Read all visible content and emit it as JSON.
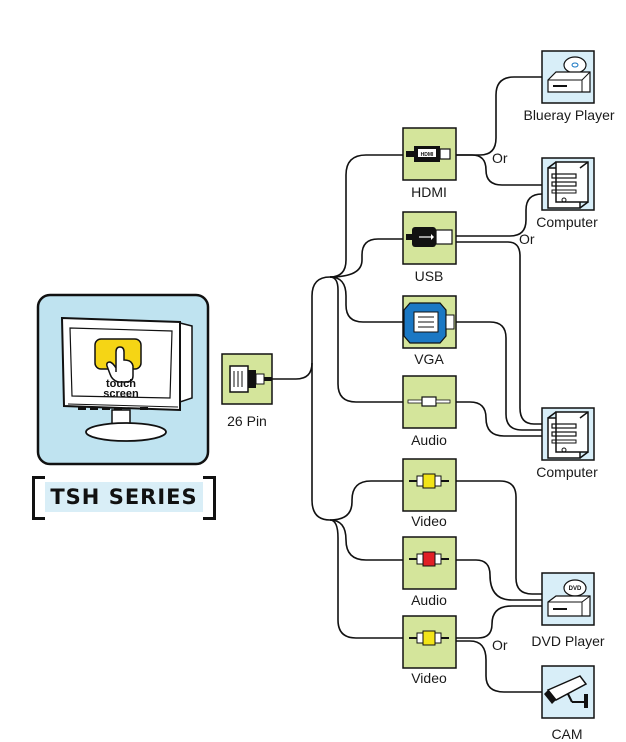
{
  "title_label": "TSH SERIES",
  "screen_text": [
    "touch",
    "screen"
  ],
  "connector_26pin": "26 Pin",
  "ports": {
    "hdmi": "HDMI",
    "usb": "USB",
    "vga": "VGA",
    "audio_top": "Audio",
    "video_top": "Video",
    "audio_bottom": "Audio",
    "video_bottom": "Video"
  },
  "devices": {
    "blueray": "Blueray Player",
    "computer_top": "Computer",
    "computer_bottom": "Computer",
    "dvd": "DVD Player",
    "cam": "CAM"
  },
  "or_labels": [
    "Or",
    "Or",
    "Or"
  ],
  "port_art": {
    "hdmi": "HDMI",
    "dvd": "DVD"
  },
  "colors": {
    "port_fill": "#d4e59b",
    "device_fill": "#d8eef8",
    "monitor_bg": "#bfe3f0",
    "vga_blue": "#1b78c4",
    "rca_yellow": "#f2e418",
    "rca_red": "#e11f26",
    "touch_yellow": "#f5d515"
  }
}
